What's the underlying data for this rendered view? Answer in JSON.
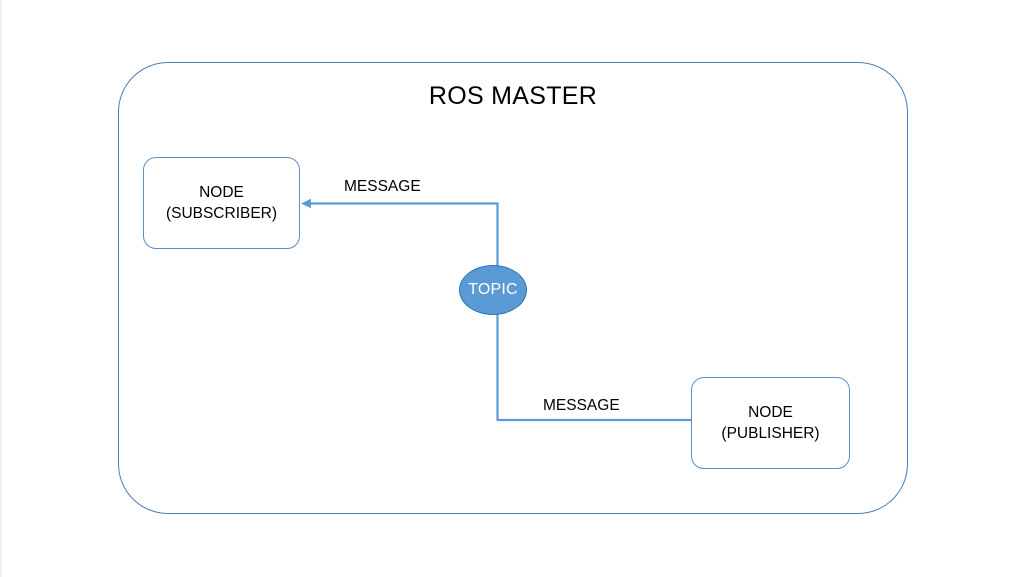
{
  "diagram": {
    "type": "node-graph",
    "title": "ROS MASTER",
    "container": {
      "name": "ros-master-boundary",
      "label": "ROS MASTER",
      "border_color": "#4a7ebb"
    },
    "nodes": [
      {
        "id": "subscriber",
        "name": "node-subscriber",
        "line1": "NODE",
        "line2": "(SUBSCRIBER)",
        "border_color": "#5b8fc9",
        "fill_color": "#ffffff"
      },
      {
        "id": "publisher",
        "name": "node-publisher",
        "line1": "NODE",
        "line2": "(PUBLISHER)",
        "border_color": "#5b8fc9",
        "fill_color": "#ffffff"
      }
    ],
    "topic": {
      "id": "topic",
      "name": "topic-ellipse",
      "label": "TOPIC",
      "fill_color": "#5b9bd5",
      "border_color": "#2e75b6",
      "text_color": "#ffffff"
    },
    "edges": [
      {
        "id": "edge-publisher-to-topic",
        "from": "publisher",
        "to": "topic",
        "label": "MESSAGE",
        "color": "#5b9bd5",
        "arrowhead": false
      },
      {
        "id": "edge-topic-to-subscriber",
        "from": "topic",
        "to": "subscriber",
        "label": "MESSAGE",
        "color": "#5b9bd5",
        "arrowhead": true
      }
    ],
    "colors": {
      "background": "#ffffff",
      "connector": "#5b9bd5",
      "text": "#000000"
    }
  }
}
